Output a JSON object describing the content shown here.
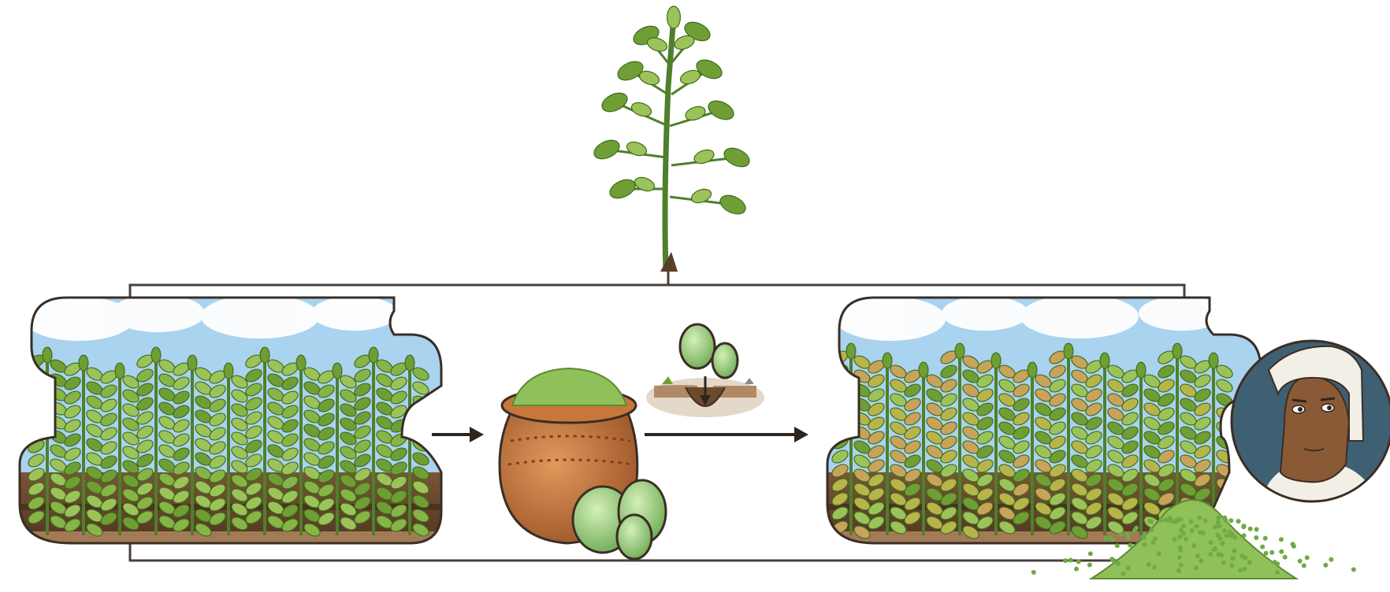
{
  "colors": {
    "sky": "#a9d3ef",
    "cloud": "#ffffff",
    "leaf": "#6f9f34",
    "leaf_light": "#9cc35a",
    "leaf_dark": "#3f6b1e",
    "stem": "#4f7f2a",
    "soil": "#6b4a2e",
    "soil_dark": "#4c3220",
    "soil_light": "#a27b56",
    "pot": "#c8773a",
    "pot_dark": "#9a5226",
    "seed": "#a9d88a",
    "seed_dark": "#6faa55",
    "outline": "#3b2e25",
    "frame_line": "#4a3f38",
    "arrow": "#2d2620",
    "portrait_bg": "#3f5f73",
    "skin": "#8a5a36",
    "cloth": "#f2efe6",
    "powder": "#8fc05a"
  },
  "icons": [
    "plant-icon",
    "healthy-field",
    "arrow-right-icon",
    "seed-pot",
    "seed-planting-icon",
    "arrow-right-long-icon",
    "mixed-field",
    "farmer-portrait",
    "seed-pile"
  ]
}
